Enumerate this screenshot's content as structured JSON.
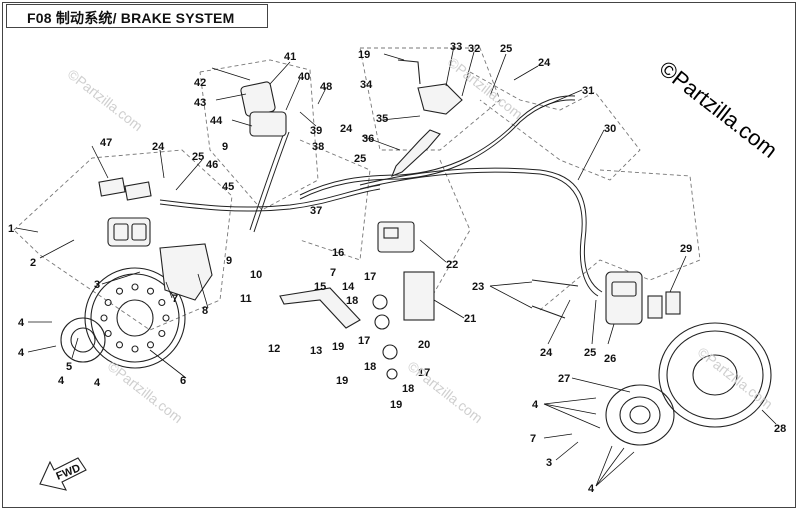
{
  "title": "F08 制动系统/ BRAKE SYSTEM",
  "watermark": "©Partzilla.com",
  "watermark_faint": "©Partzilla.com",
  "fwd_label": "FWD",
  "labels": {
    "l1": "1",
    "l2": "2",
    "l3a": "3",
    "l3b": "3",
    "l4a": "4",
    "l4b": "4",
    "l4c": "4",
    "l4d": "4",
    "l4e": "4",
    "l4f": "4",
    "l5": "5",
    "l6": "6",
    "l7a": "7",
    "l7b": "7",
    "l7c": "7",
    "l8": "8",
    "l9a": "9",
    "l9b": "9",
    "l10": "10",
    "l11": "11",
    "l12": "12",
    "l13": "13",
    "l14": "14",
    "l15": "15",
    "l16": "16",
    "l17a": "17",
    "l17b": "17",
    "l17c": "17",
    "l18a": "18",
    "l18b": "18",
    "l18c": "18",
    "l19a": "19",
    "l19b": "19",
    "l19c": "19",
    "l20": "20",
    "l21": "21",
    "l22": "22",
    "l23": "23",
    "l24a": "24",
    "l24b": "24",
    "l24c": "24",
    "l24d": "24",
    "l25a": "25",
    "l25b": "25",
    "l25c": "25",
    "l25d": "25",
    "l26": "26",
    "l27": "27",
    "l28": "28",
    "l29": "29",
    "l30": "30",
    "l31": "31",
    "l32": "32",
    "l33": "33",
    "l34": "34",
    "l35": "35",
    "l36": "36",
    "l37": "37",
    "l38": "38",
    "l39": "39",
    "l40": "40",
    "l41": "41",
    "l42": "42",
    "l43": "43",
    "l44": "44",
    "l45": "45",
    "l46": "46",
    "l47": "47",
    "l48": "48"
  }
}
